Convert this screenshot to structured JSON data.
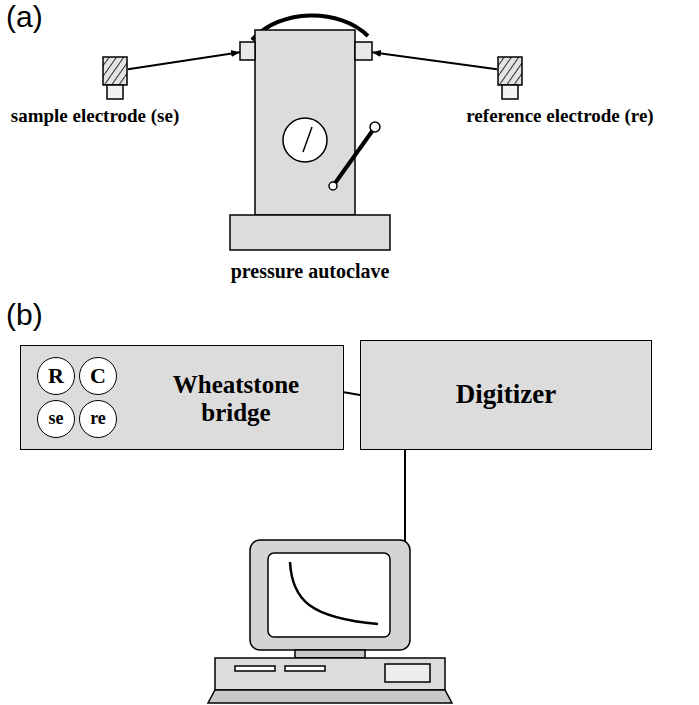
{
  "diagram": {
    "nodes": [
      {
        "text": [
          "sample electrode (se)"
        ]
      },
      {
        "text": [
          "pressure autoclave"
        ]
      },
      {
        "text": [
          "reference electrode (re)"
        ]
      },
      {
        "text": [
          "Wheatstone bridge"
        ]
      },
      {
        "text": [
          "R"
        ],
        "in": 3
      },
      {
        "text": [
          "C"
        ],
        "in": 3
      },
      {
        "text": [
          "se"
        ],
        "in": 3
      },
      {
        "text": [
          "re"
        ],
        "in": 3
      },
      {
        "text": [
          "Digitizer"
        ]
      }
    ],
    "edges": [
      {
        "from": 0,
        "to": 1,
        "arrow": "to"
      },
      {
        "from": 2,
        "to": 1,
        "arrow": "to"
      },
      {
        "from": 3,
        "to": 8,
        "arrow": "none"
      }
    ],
    "labels": [
      "(a)",
      "(b)"
    ]
  }
}
